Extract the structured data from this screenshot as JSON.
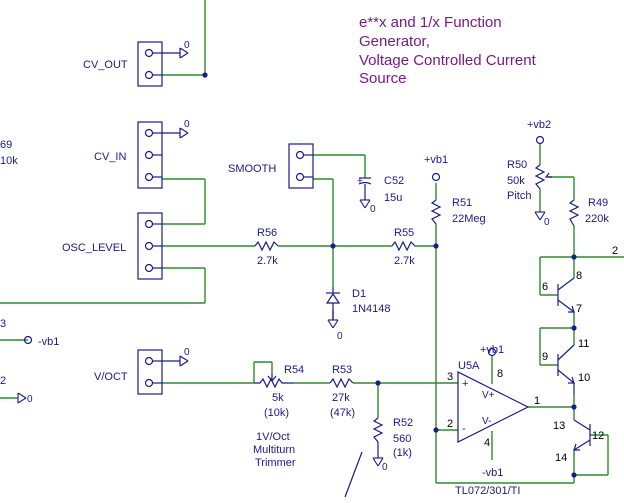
{
  "title": {
    "line1": "e**x and 1/x Function",
    "line2": "Generator,",
    "line3": "Voltage Controlled Current",
    "line4": "Source"
  },
  "connectors": {
    "cv_out": "CV_OUT",
    "cv_in": "CV_IN",
    "osc_level": "OSC_LEVEL",
    "smooth": "SMOOTH",
    "voct": "V/OCT"
  },
  "components": {
    "r56": {
      "name": "R56",
      "value": "2.7k"
    },
    "r55": {
      "name": "R55",
      "value": "2.7k"
    },
    "r51": {
      "name": "R51",
      "value": "22Meg"
    },
    "r50": {
      "name": "R50",
      "value": "50k",
      "note": "Pitch"
    },
    "r49": {
      "name": "R49",
      "value": "220k"
    },
    "c52": {
      "name": "C52",
      "value": "15u"
    },
    "d1": {
      "name": "D1",
      "value": "1N4148"
    },
    "r54": {
      "name": "R54",
      "value": "5k",
      "alt": "(10k)"
    },
    "r53": {
      "name": "R53",
      "value": "27k",
      "alt": "(47k)"
    },
    "r52": {
      "name": "R52",
      "value": "560",
      "alt": "(1k)"
    },
    "u5a": {
      "name": "U5A",
      "part": "TL072/301/TI"
    }
  },
  "trimmer_note": {
    "line1": "1V/Oct",
    "line2": "Multiturn",
    "line3": "Trimmer"
  },
  "rails": {
    "vb1_pos": "+vb1",
    "vb1_neg": "-vb1",
    "vb2_pos": "+vb2"
  },
  "ground": "0",
  "opamp": {
    "plus": "+",
    "minus": "-",
    "vplus": "V+",
    "vminus": "V-"
  },
  "pins": {
    "in_plus": "3",
    "in_minus": "2",
    "out": "1",
    "vpos": "8",
    "vneg": "4",
    "q1_c": "8",
    "q1_b": "6",
    "q1_e": "7",
    "q2_c": "11",
    "q2_b": "9",
    "q2_e": "10",
    "q3_c": "13",
    "q3_b": "12",
    "q3_e": "14",
    "right_2": "2"
  },
  "left_partial": {
    "a": "69",
    "b": "10k",
    "c": "3",
    "d": "-vb1",
    "e": "2",
    "f": "0"
  }
}
